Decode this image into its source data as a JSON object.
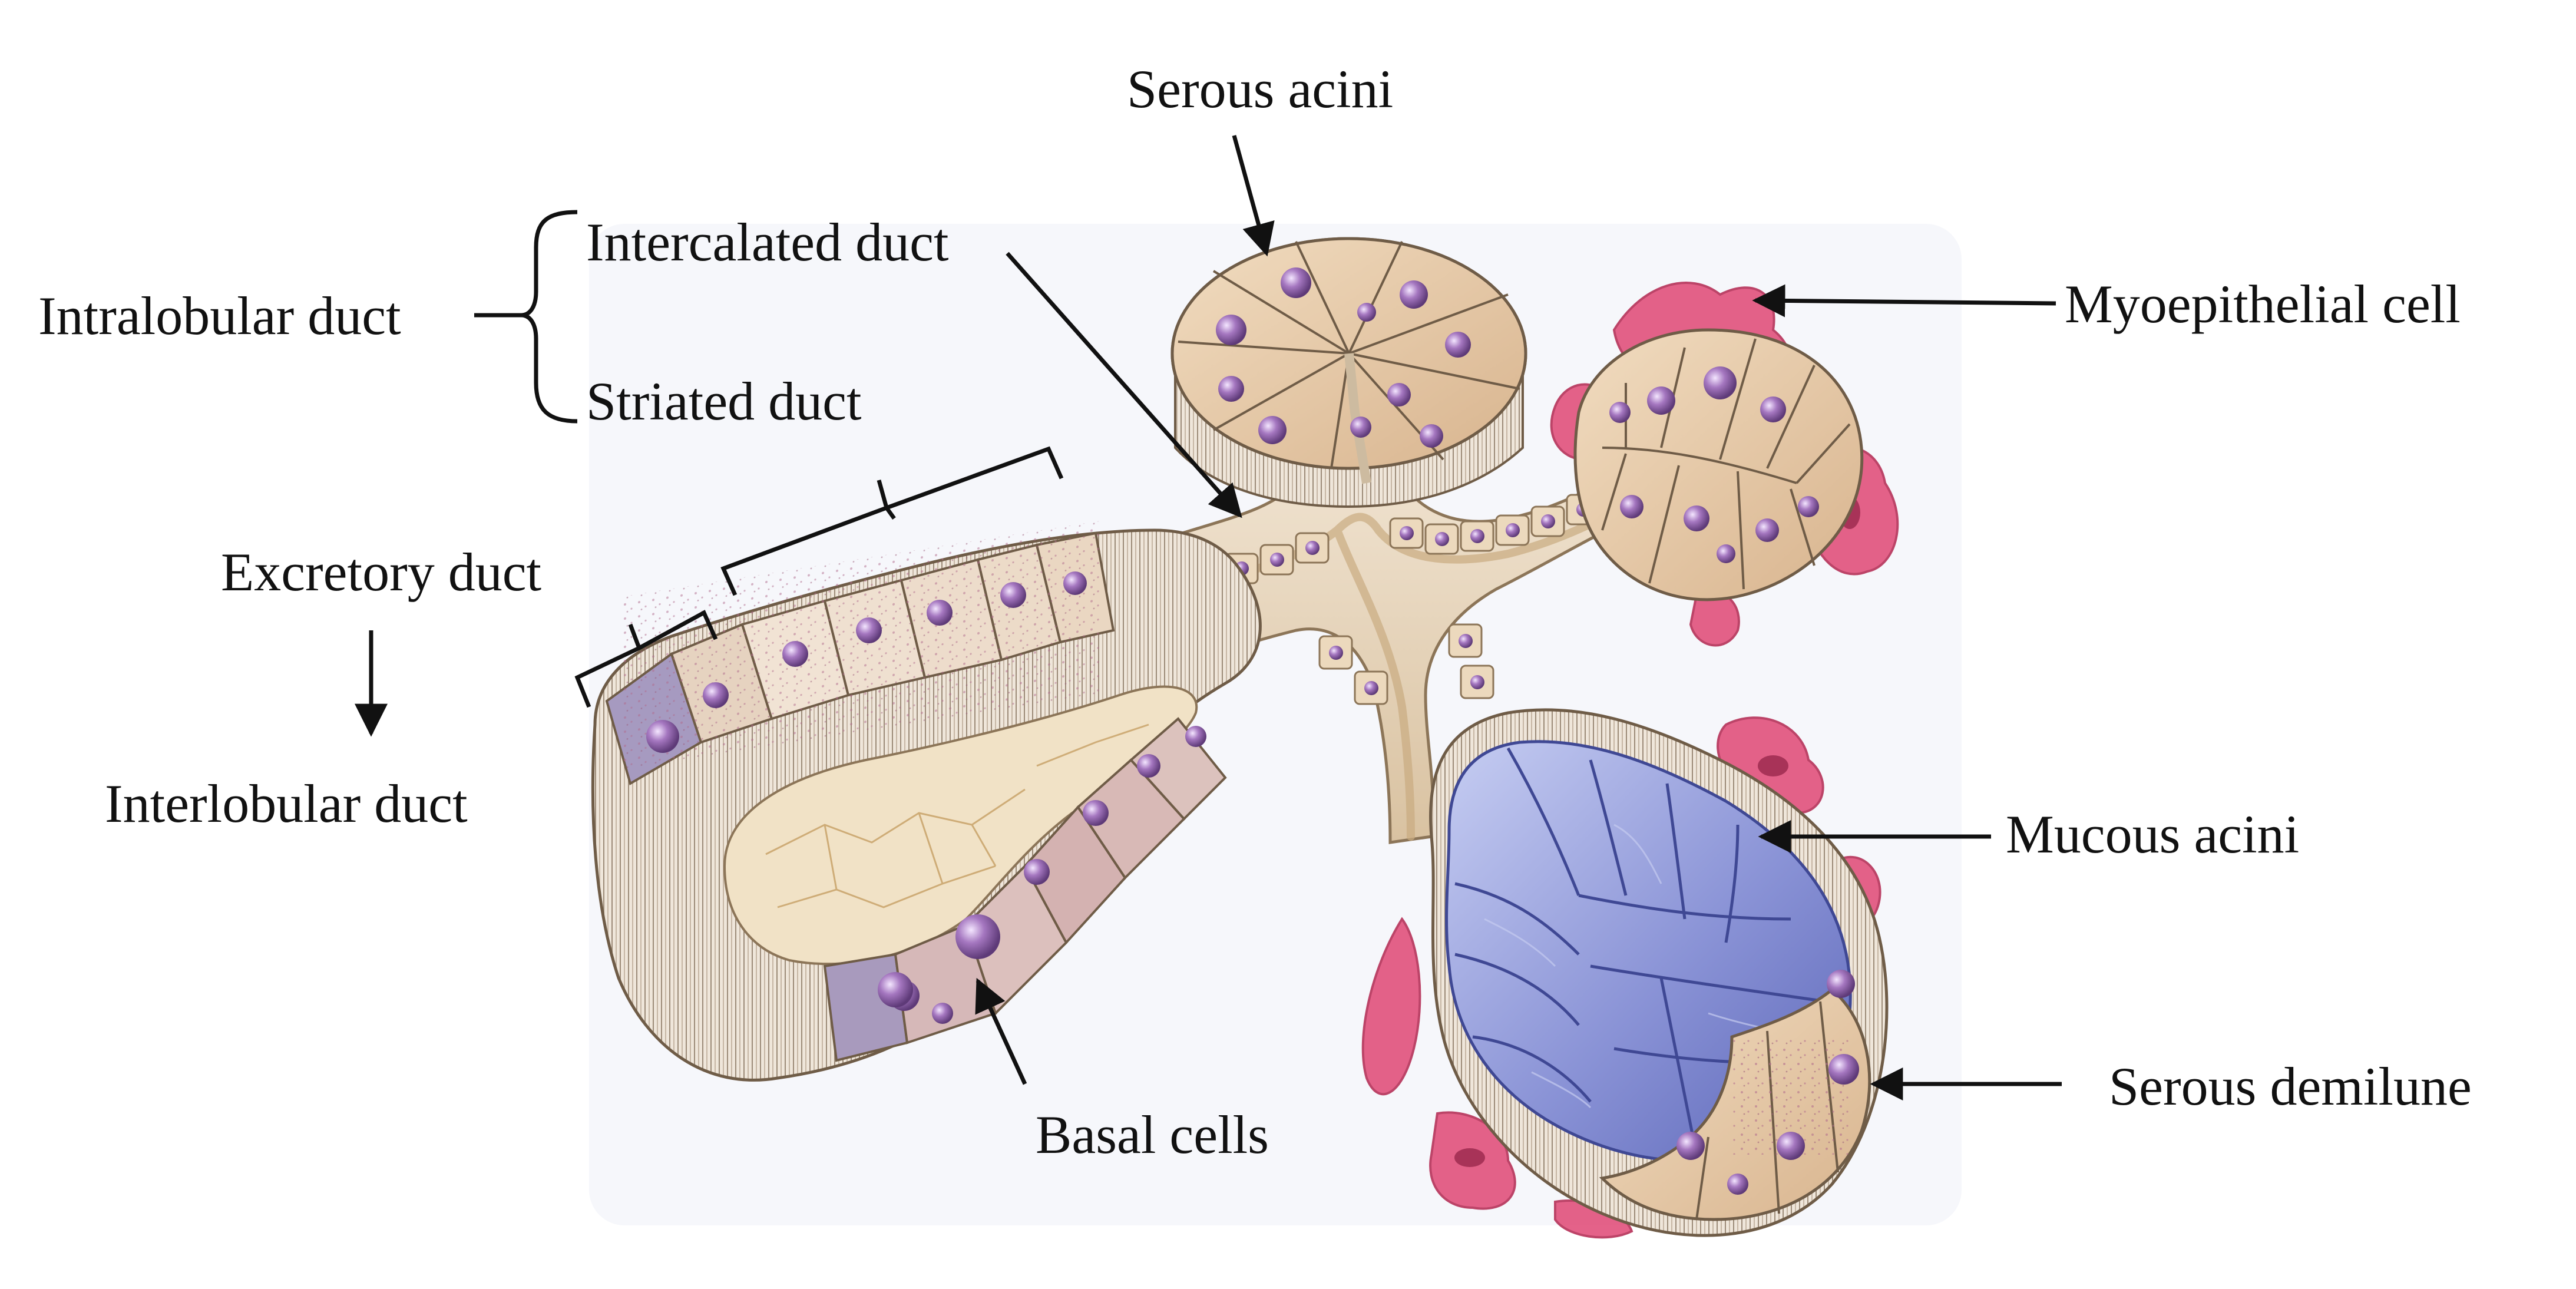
{
  "labels": {
    "serous_acini": "Serous acini",
    "intercalated_duct": "Intercalated duct",
    "intralobular_duct": "Intralobular duct",
    "striated_duct": "Striated duct",
    "myoepithelial_cell": "Myoepithelial cell",
    "excretory_duct": "Excretory duct",
    "interlobular_duct": "Interlobular duct",
    "mucous_acini": "Mucous acini",
    "basal_cells": "Basal cells",
    "serous_demilune": "Serous demilune"
  },
  "colors": {
    "serous_cell": "#e9cfae",
    "serous_cell_dark": "#c9a27a",
    "nucleus": "#9b6fb0",
    "mucous_cell": "#8f99d8",
    "myoepithelial": "#e2557f",
    "duct_wall": "#e8d8c0",
    "lumen": "#f3e6cf",
    "basal_region": "#a89abd"
  }
}
